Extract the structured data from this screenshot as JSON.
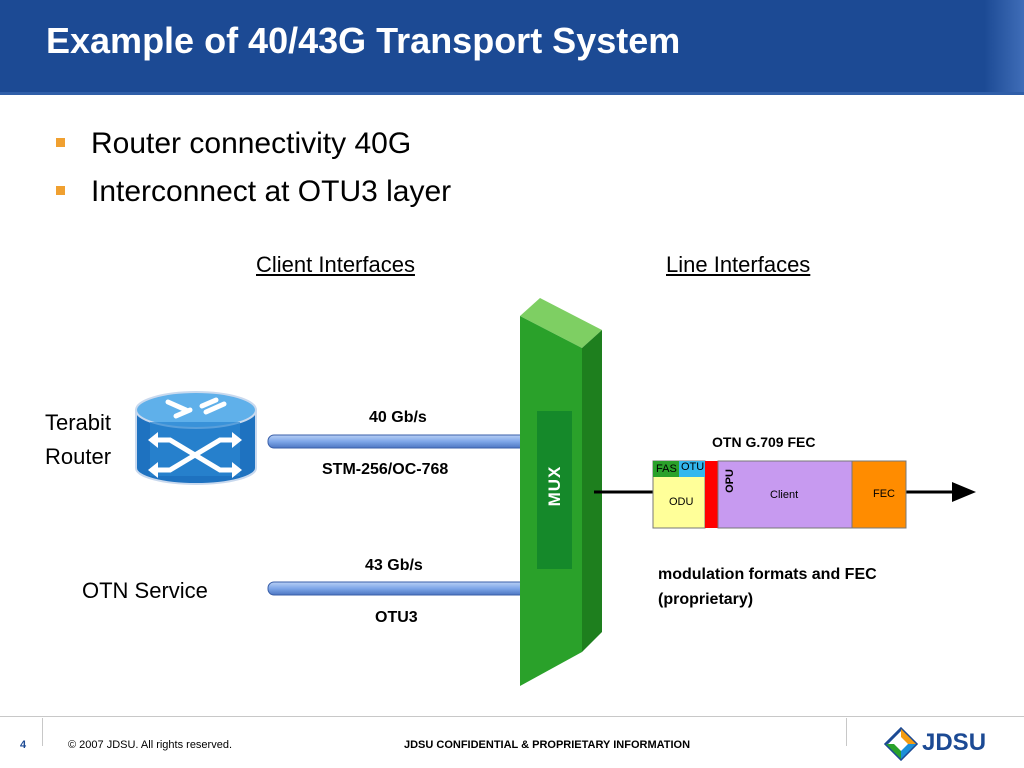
{
  "slide": {
    "title": "Example of 40/43G Transport System",
    "bullets": [
      "Router connectivity 40G",
      "Interconnect  at OTU3 layer"
    ]
  },
  "diagram": {
    "client_interfaces_label": "Client Interfaces",
    "line_interfaces_label": "Line Interfaces",
    "router_label_line1": "Terabit",
    "router_label_line2": "Router",
    "otn_service_label": "OTN Service",
    "link1_rate": "40 Gb/s",
    "link1_type": "STM-256/OC-768",
    "link2_rate": "43 Gb/s",
    "link2_type": "OTU3",
    "mux_label": "MUX",
    "frame_title": "OTN G.709 FEC",
    "frame_fas": "FAS",
    "frame_otu": "OTU",
    "frame_opu": "OPU",
    "frame_odu": "ODU",
    "frame_client": "Client",
    "frame_fec": "FEC",
    "modulation_line1": "modulation formats and FEC",
    "modulation_line2": "(proprietary)",
    "colors": {
      "mux_green": "#2aa12a",
      "link_blue": "#7ea6e8",
      "opu_purple": "#c79af0",
      "fec_orange": "#ff8c00",
      "oh_red": "#ff0000",
      "odu_yellow": "#ffff99"
    }
  },
  "footer": {
    "page_number": "4",
    "copyright": "© 2007 JDSU. All rights reserved.",
    "confidential": "JDSU CONFIDENTIAL & PROPRIETARY INFORMATION",
    "logo_text": "JDSU"
  }
}
